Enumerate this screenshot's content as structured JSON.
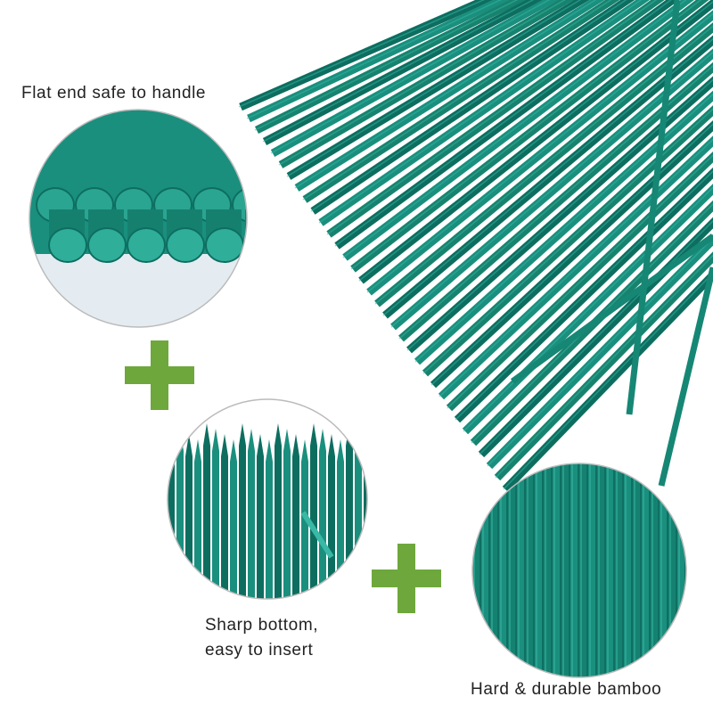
{
  "captions": {
    "flat_end": "Flat end safe to handle",
    "sharp_bottom_line1": "Sharp bottom,",
    "sharp_bottom_line2": "easy to insert",
    "hard_durable": "Hard & durable bamboo"
  },
  "icons": {
    "plus": "plus-icon"
  },
  "colors": {
    "stick": "#1a8f7e",
    "stick_dark": "#0d6e60",
    "stick_light": "#3ab8a6",
    "plus": "#6ea83c",
    "circle_border": "#bbbbbb"
  }
}
